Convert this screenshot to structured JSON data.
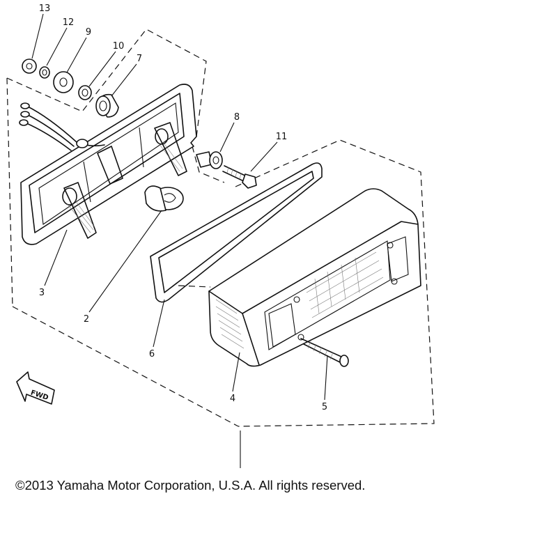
{
  "diagram": {
    "callouts": [
      "13",
      "12",
      "9",
      "10",
      "7",
      "8",
      "11",
      "3",
      "2",
      "6",
      "4",
      "5"
    ],
    "fwd_label": "FWD"
  },
  "footer": {
    "copyright": "©2013 Yamaha Motor Corporation, U.S.A. All rights reserved."
  }
}
